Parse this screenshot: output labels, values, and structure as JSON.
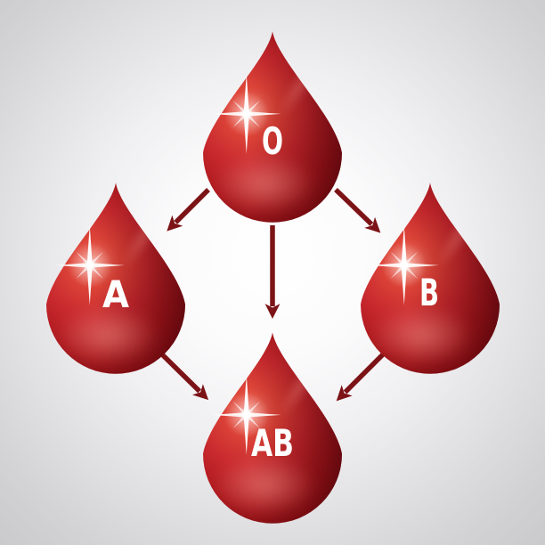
{
  "diagram": {
    "nodes": [
      {
        "id": "O",
        "label": "O"
      },
      {
        "id": "A",
        "label": "A"
      },
      {
        "id": "B",
        "label": "B"
      },
      {
        "id": "AB",
        "label": "AB"
      }
    ],
    "edges": [
      {
        "from": "O",
        "to": "A"
      },
      {
        "from": "O",
        "to": "AB"
      },
      {
        "from": "O",
        "to": "B"
      },
      {
        "from": "A",
        "to": "AB"
      },
      {
        "from": "B",
        "to": "AB"
      }
    ],
    "icons": {
      "sparkle": "star-glint",
      "node_shape": "blood-drop"
    },
    "colors": {
      "drop_highlight": "#f07463",
      "drop_main": "#c4282e",
      "drop_dark_edge": "#7c0c11",
      "arrow": "#7c1316",
      "label_text": "#ffffff",
      "background_center": "#ffffff",
      "background_edge": "#cacacc"
    }
  }
}
